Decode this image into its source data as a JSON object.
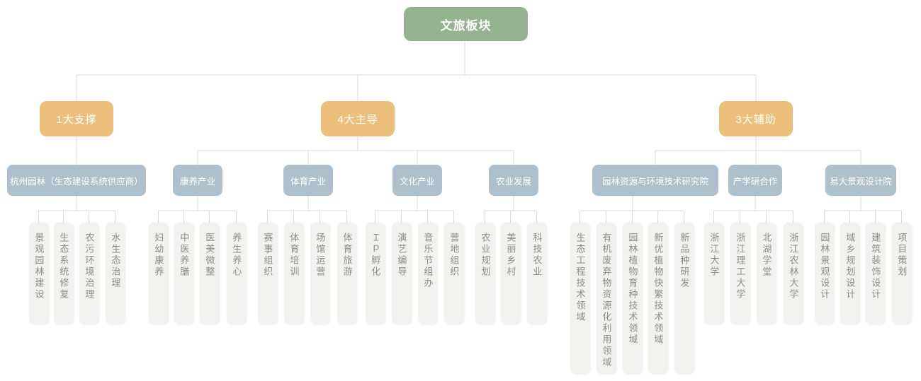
{
  "root": {
    "label": "文旅板块"
  },
  "branches": [
    {
      "label": "1大支撑",
      "children": [
        {
          "label": "杭州园林（生态建设系统供应商）",
          "items": [
            "景观园林建设",
            "生态系统修复",
            "农污环境治理",
            "水生态治理"
          ]
        }
      ]
    },
    {
      "label": "4大主导",
      "children": [
        {
          "label": "康养产业",
          "items": [
            "妇幼康养",
            "中医养膳",
            "医美微整",
            "养生养心"
          ]
        },
        {
          "label": "体育产业",
          "items": [
            "赛事组织",
            "体育培训",
            "场馆运营",
            "体育旅游"
          ]
        },
        {
          "label": "文化产业",
          "items": [
            "Ｉｐ孵化",
            "演艺编导",
            "音乐节组办",
            "营地组织"
          ]
        },
        {
          "label": "农业发展",
          "items": [
            "农业规划",
            "美丽乡村",
            "科技农业"
          ]
        }
      ]
    },
    {
      "label": "3大辅助",
      "children": [
        {
          "label": "园林资源与环境技术研究院",
          "items": [
            "生态工程技术领域",
            "有机废弃物资源化利用领域",
            "园林植物育种技术领域",
            "新优植物快繁技术领域",
            "新品种研发"
          ]
        },
        {
          "label": "产学研合作",
          "items": [
            "浙江大学",
            "浙江理工大学",
            "北湖学堂",
            "浙江农林大学"
          ]
        },
        {
          "label": "易大景观设计院",
          "items": [
            "园林景观设计",
            "域乡规划设计",
            "建筑装饰设计",
            "项目策划"
          ]
        }
      ]
    }
  ],
  "colors": {
    "root_bg": "#95B390",
    "branch_bg": "#ECC07A",
    "category_bg": "#ADC0CB",
    "item_bg": "#F1F1F0",
    "item_text": "#8C8C8C",
    "connector_line": "#DBDBDB"
  }
}
